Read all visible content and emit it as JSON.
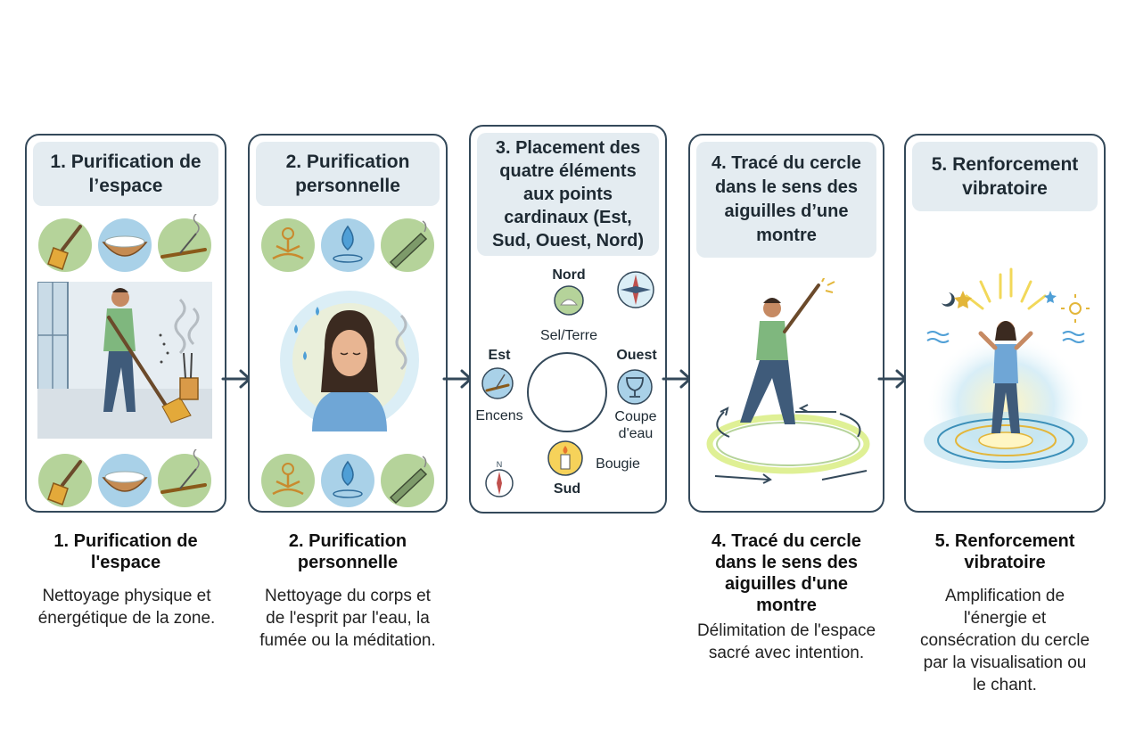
{
  "steps": [
    {
      "card_title": "1. Purification de l’espace",
      "caption_title": "1. Purification de l'espace",
      "caption_desc": "Nettoyage physique et énergétique de la zone.",
      "icons_top": [
        "broom-icon",
        "salt-bowl-icon",
        "incense-stick-icon"
      ],
      "icons_bottom": [
        "broom-icon",
        "salt-bowl-icon",
        "incense-stick-icon"
      ]
    },
    {
      "card_title": "2. Purification personnelle",
      "caption_title": "2. Purification personnelle",
      "caption_desc": "Nettoyage du corps et de l'esprit par l'eau, la fumée ou la méditation.",
      "icons_top": [
        "meditation-icon",
        "water-drop-icon",
        "sage-bundle-icon"
      ],
      "icons_bottom": [
        "meditation-icon",
        "water-drop-icon",
        "sage-bundle-icon"
      ]
    },
    {
      "card_title": "3. Placement des quatre éléments aux points cardinaux (Est, Sud, Ouest, Nord)",
      "points": {
        "north": {
          "direction": "Nord",
          "item": "Sel/Terre"
        },
        "east": {
          "direction": "Est",
          "item": "Encens"
        },
        "west": {
          "direction": "Ouest",
          "item": "Coupe d'eau"
        },
        "south": {
          "direction": "Sud",
          "item": "Bougie"
        }
      },
      "compass_letter": "N"
    },
    {
      "card_title": "4. Tracé du cercle dans le sens des aiguilles d’une montre",
      "caption_title": "4. Tracé du cercle dans le sens des aiguilles d'une montre",
      "caption_desc": "Délimitation de l'espace sacré avec intention."
    },
    {
      "card_title": "5. Renforcement vibratoire",
      "caption_title": "5. Renforcement vibratoire",
      "caption_desc": "Amplification de l'énergie et consécration du cercle par la visualisation ou le chant."
    }
  ],
  "colors": {
    "border": "#34495a",
    "header_bg": "#e4ecf1",
    "green_circle": "#b5d39a",
    "blue_circle": "#a9d1e8",
    "tan_circle": "#e7c98f",
    "shirt_green": "#7fb77e",
    "shirt_blue": "#6fa6d6",
    "glow_yellow": "#f6e27a"
  }
}
